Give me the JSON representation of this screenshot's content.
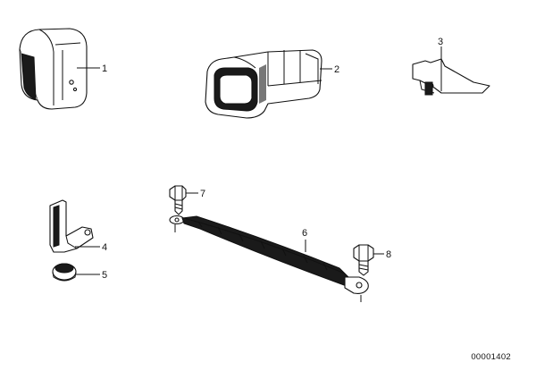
{
  "callouts": {
    "c1": "1",
    "c2": "2",
    "c3": "3",
    "c4": "4",
    "c5": "5",
    "c6": "6",
    "c7": "7",
    "c8": "8"
  },
  "reference_code": "00001402"
}
